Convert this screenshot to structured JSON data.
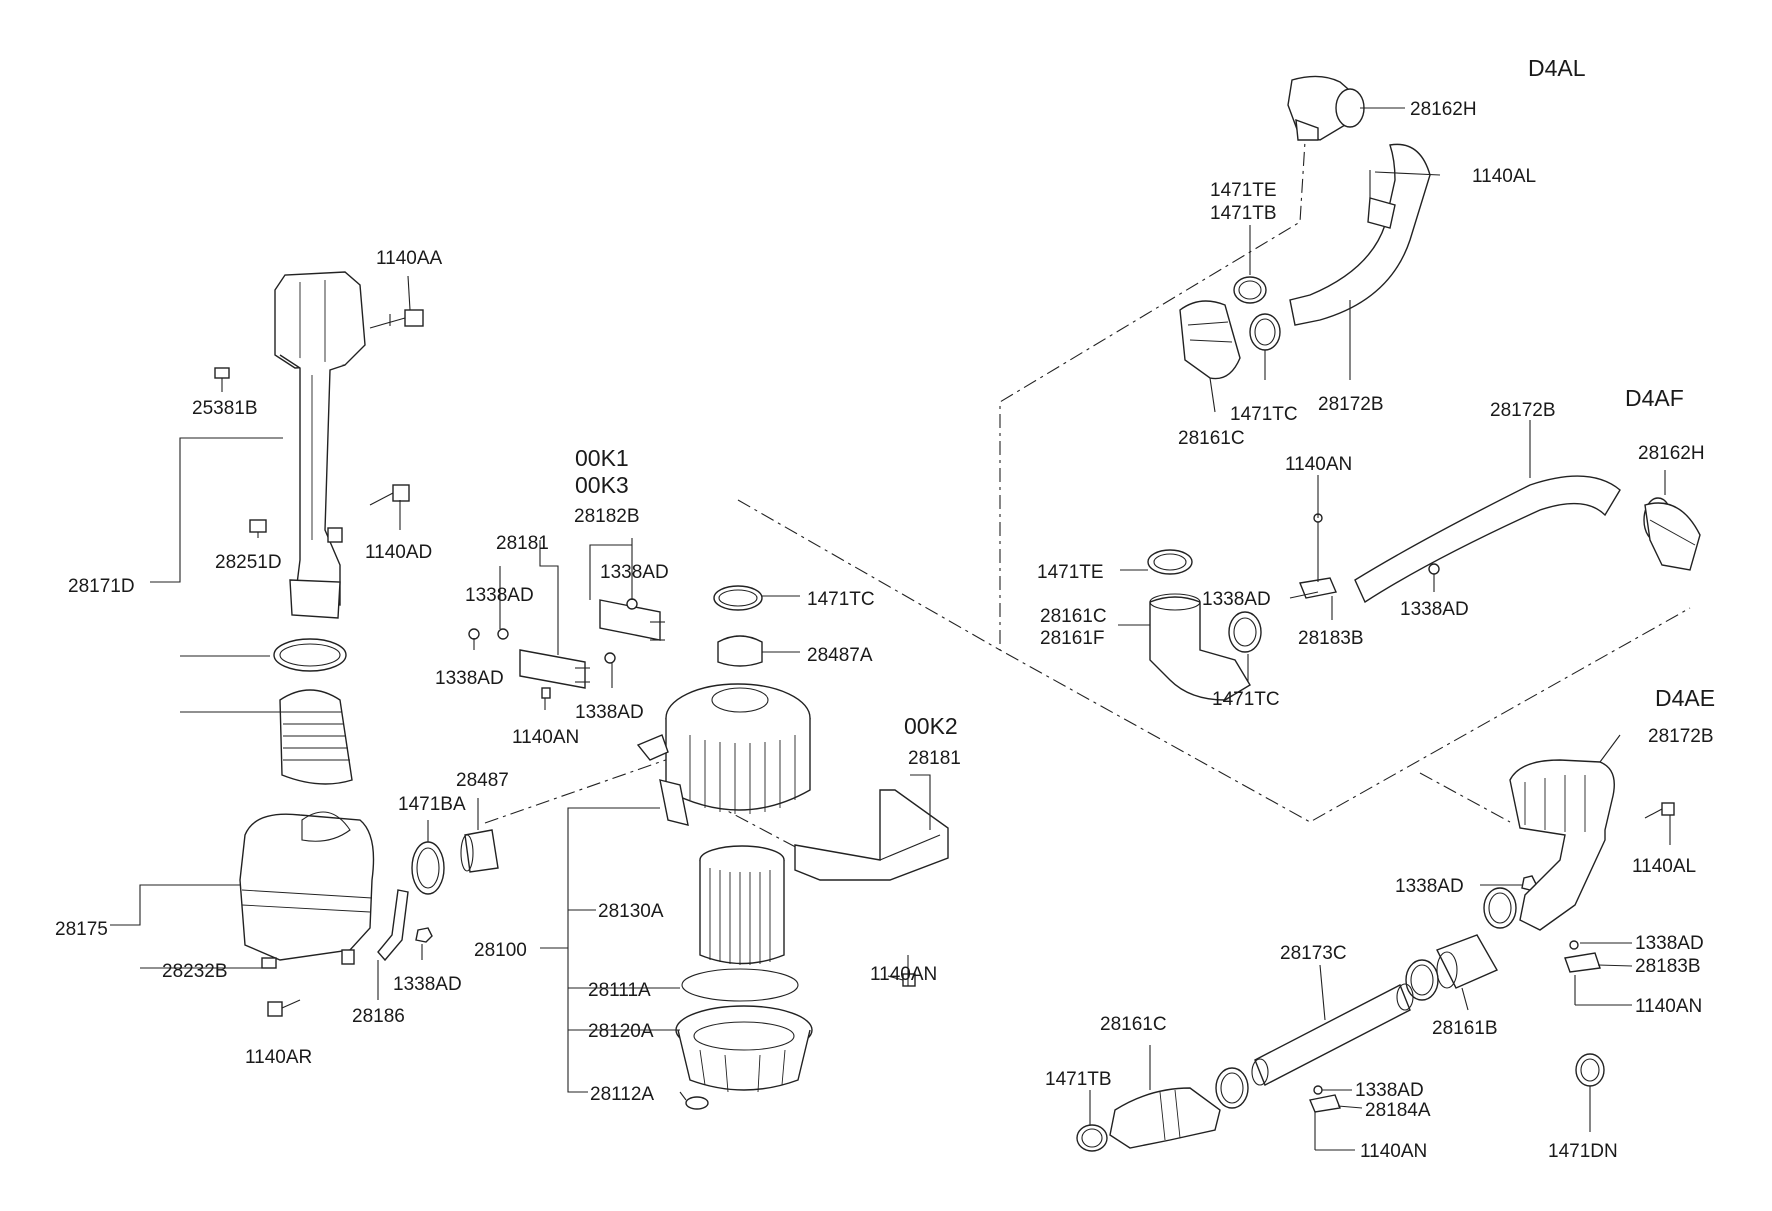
{
  "variant_labels": {
    "d4al": "D4AL",
    "d4af": "D4AF",
    "d4ae": "D4AE",
    "ook1": "00K1",
    "ook3": "00K3",
    "ook2": "00K2"
  },
  "part_labels": {
    "p1140AA": "1140AA",
    "p25381B": "25381B",
    "p28251D": "28251D",
    "p1140AD": "1140AD",
    "p28171D": "28171D",
    "p28175": "28175",
    "p28232B": "28232B",
    "p1140AR": "1140AR",
    "p28186": "28186",
    "p1338AD_a": "1338AD",
    "p1471BA": "1471BA",
    "p28487": "28487",
    "p28181_a": "28181",
    "p1338AD_b": "1338AD",
    "p1338AD_c": "1338AD",
    "p1140AN_a": "1140AN",
    "p28182B": "28182B",
    "p1338AD_d": "1338AD",
    "p1338AD_e": "1338AD",
    "p1471TC_a": "1471TC",
    "p28487A": "28487A",
    "p28100": "28100",
    "p28130A": "28130A",
    "p28111A": "28111A",
    "p28120A": "28120A",
    "p28112A": "28112A",
    "p28181_b": "28181",
    "p1140AN_b": "1140AN",
    "p28162H_a": "28162H",
    "p1140AL_a": "1140AL",
    "p1471TE_a": "1471TE",
    "p1471TB_a": "1471TB",
    "p1471TC_b": "1471TC",
    "p28161C_a": "28161C",
    "p28172B_a": "28172B",
    "p28172B_b": "28172B",
    "p28162H_b": "28162H",
    "p1140AN_c": "1140AN",
    "p1471TE_b": "1471TE",
    "p1338AD_f": "1338AD",
    "p28161C_b": "28161C",
    "p28161F": "28161F",
    "p28183B_a": "28183B",
    "p1338AD_g": "1338AD",
    "p1471TC_c": "1471TC",
    "p28172B_c": "28172B",
    "p1140AL_b": "1140AL",
    "p1338AD_h": "1338AD",
    "p1338AD_i": "1338AD",
    "p28183B_b": "28183B",
    "p28173C": "28173C",
    "p28161B": "28161B",
    "p1140AN_d": "1140AN",
    "p28161C_c": "28161C",
    "p1471TB_b": "1471TB",
    "p1338AD_j": "1338AD",
    "p28184A": "28184A",
    "p1140AN_e": "1140AN",
    "p1471DN": "1471DN"
  }
}
